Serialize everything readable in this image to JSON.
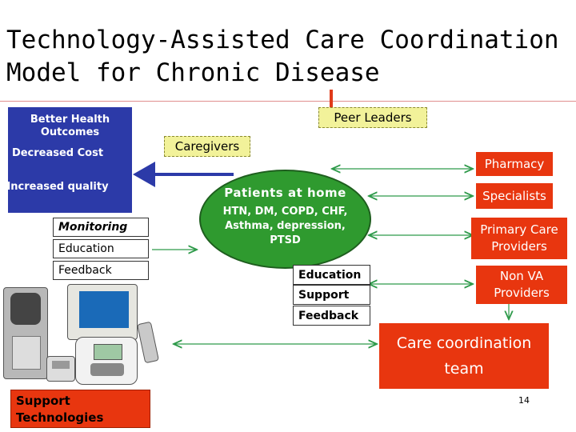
{
  "title": {
    "line1": "Technology-Assisted Care Coordination",
    "line2": "Model for Chronic Disease"
  },
  "outcomes": {
    "item1": "Better Health Outcomes",
    "item2": "Decreased Cost",
    "item3": "Increased quality"
  },
  "functions": {
    "monitoring": "Monitoring",
    "education": "Education",
    "feedback": "Feedback"
  },
  "peer_leaders": "Peer Leaders",
  "caregivers": "Caregivers",
  "patients": {
    "heading": "Patients at home",
    "conditions": "HTN, DM, COPD, CHF, Asthma, depression, PTSD"
  },
  "center_list": {
    "education": "Education",
    "support": "Support",
    "feedback": "Feedback"
  },
  "right_boxes": {
    "pharmacy": "Pharmacy",
    "specialists": "Specialists",
    "primary_care": "Primary Care Providers",
    "non_va": "Non VA Providers"
  },
  "care_team": "Care coordination team",
  "support_tech": "Support Technologies",
  "page_number": "14",
  "colors": {
    "red": "#e8360f",
    "blue": "#2c3aa8",
    "green": "#2f9a2f",
    "yellow": "#f2f29a"
  }
}
